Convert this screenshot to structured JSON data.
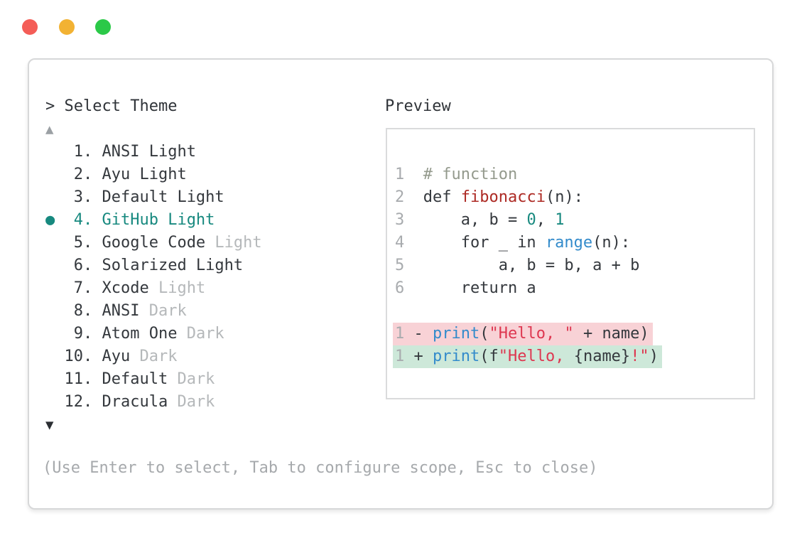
{
  "window_controls": {
    "close_color": "#f45d57",
    "minimize_color": "#f2b233",
    "zoom_color": "#2bc948"
  },
  "picker": {
    "prompt": "> ",
    "title": "Select Theme",
    "scroll_up_icon": "▲",
    "scroll_down_icon": "▼",
    "selected_index": 3,
    "accent_color": "#17897f",
    "items": [
      {
        "marker": "  ",
        "num": " 1. ",
        "name": "ANSI Light",
        "suffix": ""
      },
      {
        "marker": "  ",
        "num": " 2. ",
        "name": "Ayu Light",
        "suffix": ""
      },
      {
        "marker": "  ",
        "num": " 3. ",
        "name": "Default Light",
        "suffix": ""
      },
      {
        "marker": "● ",
        "num": " 4. ",
        "name": "GitHub Light",
        "suffix": ""
      },
      {
        "marker": "  ",
        "num": " 5. ",
        "name": "Google Code",
        "suffix": " Light"
      },
      {
        "marker": "  ",
        "num": " 6. ",
        "name": "Solarized Light",
        "suffix": ""
      },
      {
        "marker": "  ",
        "num": " 7. ",
        "name": "Xcode",
        "suffix": " Light"
      },
      {
        "marker": "  ",
        "num": " 8. ",
        "name": "ANSI",
        "suffix": " Dark"
      },
      {
        "marker": "  ",
        "num": " 9. ",
        "name": "Atom One",
        "suffix": " Dark"
      },
      {
        "marker": "  ",
        "num": "10. ",
        "name": "Ayu",
        "suffix": " Dark"
      },
      {
        "marker": "  ",
        "num": "11. ",
        "name": "Default",
        "suffix": " Dark"
      },
      {
        "marker": "  ",
        "num": "12. ",
        "name": "Dracula",
        "suffix": " Dark"
      }
    ],
    "help": "(Use Enter to select, Tab to configure scope, Esc to close)"
  },
  "preview": {
    "label": "Preview",
    "syntax_colors": {
      "comment": "#949a8d",
      "function_name": "#ad2a24",
      "builtin": "#338bcb",
      "number": "#17897f",
      "string": "#de3750",
      "line_number": "#a8abae",
      "diff_removed_bg": "#f8d2d6",
      "diff_added_bg": "#cde8d9"
    },
    "code": {
      "l1": {
        "num": "1",
        "c1": "  # function"
      },
      "l2": {
        "num": "2",
        "p1": "  def ",
        "fn": "fibonacci",
        "p2": "(n):"
      },
      "l3": {
        "num": "3",
        "p1": "      a, b = ",
        "n1": "0",
        "p2": ", ",
        "n2": "1"
      },
      "l4": {
        "num": "4",
        "p1": "      for _ in ",
        "b1": "range",
        "p2": "(n):"
      },
      "l5": {
        "num": "5",
        "p1": "          a, b = b, a + b"
      },
      "l6": {
        "num": "6",
        "p1": "      return a"
      },
      "d1": {
        "num": "1",
        "p1": " - ",
        "b1": "print",
        "p2": "(",
        "s1": "\"Hello, \"",
        "p3": " + name)"
      },
      "d2": {
        "num": "1",
        "p1": " + ",
        "b1": "print",
        "p2": "(f",
        "s1": "\"Hello, ",
        "p3": "{name}",
        "s2": "!\"",
        "p4": ")"
      }
    }
  }
}
